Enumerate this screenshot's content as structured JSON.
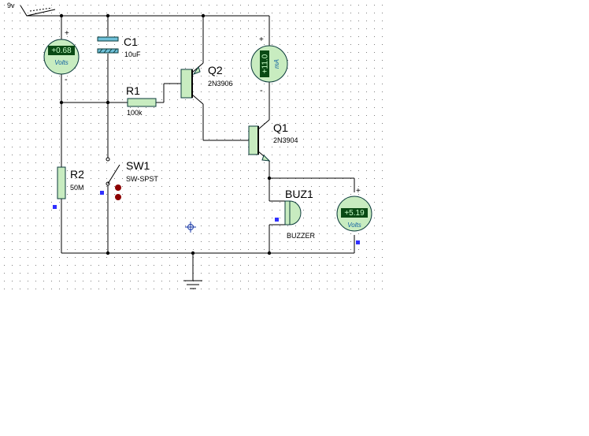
{
  "supply": {
    "label": "9v"
  },
  "c1": {
    "ref": "C1",
    "value": "10uF"
  },
  "r1": {
    "ref": "R1",
    "value": "100k"
  },
  "r2": {
    "ref": "R2",
    "value": "50M"
  },
  "q2": {
    "ref": "Q2",
    "value": "2N3906"
  },
  "q1": {
    "ref": "Q1",
    "value": "2N3904"
  },
  "sw1": {
    "ref": "SW1",
    "value": "SW-SPST"
  },
  "buz1": {
    "ref": "BUZ1",
    "value": "BUZZER"
  },
  "meters": {
    "volt_left": {
      "reading": "+0.68",
      "unit": "Volts",
      "plus": "+",
      "minus": "-"
    },
    "ammeter": {
      "reading": "+11.0",
      "unit": "mA",
      "plus": "+",
      "minus": "-"
    },
    "volt_right": {
      "reading": "+5.19",
      "unit": "Volts",
      "plus": "+"
    }
  },
  "colors": {
    "grid_dot": "#7f7f7f",
    "component_fill": "#c8ecc0",
    "component_stroke": "#0a3a3a",
    "meter_fill": "#c8ecc0",
    "meter_display": "#0a4a14",
    "switch_contact": "#8c0000",
    "pin_marker": "#3030ff",
    "cap_plate": "#6ec0d8"
  }
}
